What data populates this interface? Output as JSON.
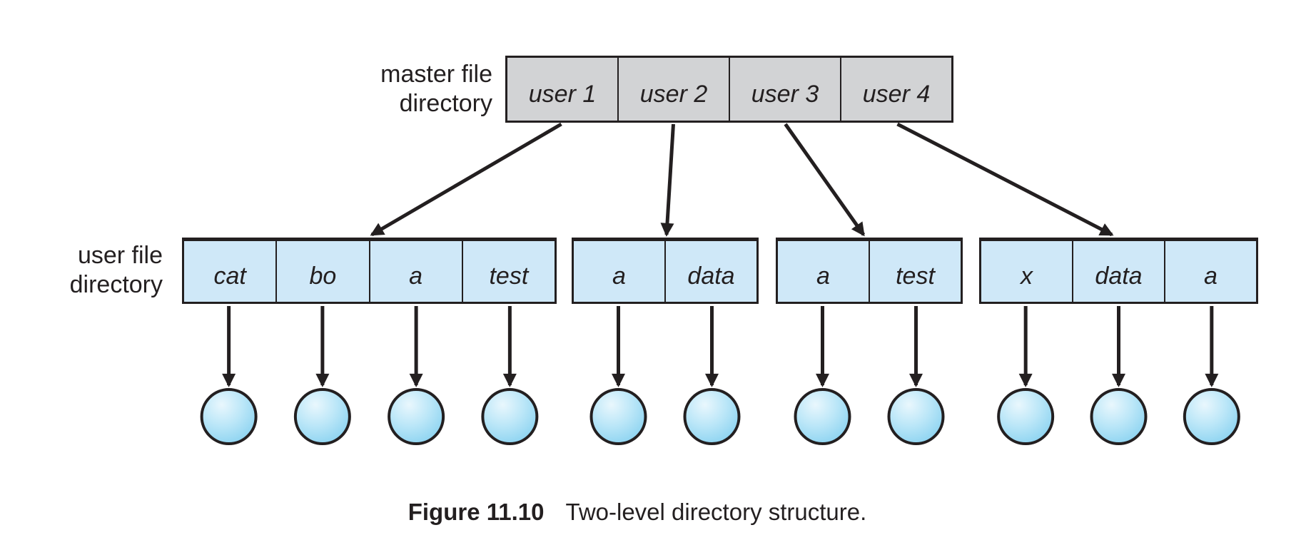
{
  "figure": {
    "master_label": {
      "line1": "master file",
      "line2": "directory"
    },
    "user_label": {
      "line1": "user file",
      "line2": "directory"
    },
    "mfd": {
      "cells": [
        "user 1",
        "user 2",
        "user 3",
        "user 4"
      ]
    },
    "ufds": [
      {
        "cells": [
          "cat",
          "bo",
          "a",
          "test"
        ]
      },
      {
        "cells": [
          "a",
          "data"
        ]
      },
      {
        "cells": [
          "a",
          "test"
        ]
      },
      {
        "cells": [
          "x",
          "data",
          "a"
        ]
      }
    ],
    "file_count": 11,
    "caption": {
      "label": "Figure 11.10",
      "text": "Two-level directory structure."
    },
    "colors": {
      "line": "#231f20",
      "mfd_fill": "#d2d3d5",
      "ufd_fill": "#cfe8f8",
      "sphere_light": "#e9f7fd",
      "sphere_mid": "#bce7f8",
      "sphere_dark": "#82cfef"
    }
  }
}
